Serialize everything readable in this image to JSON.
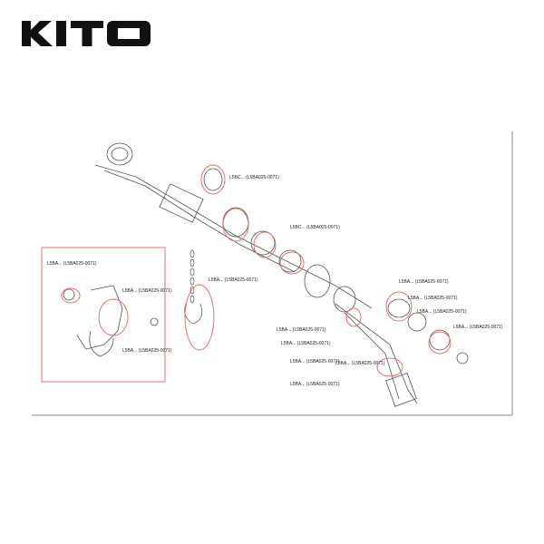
{
  "brand": {
    "name": "KITO",
    "color": "#111111"
  },
  "diagram": {
    "type": "exploded-view parts diagram",
    "line_color": "#555555",
    "highlight_color": "#e07070",
    "labels": [
      "L5BC... (L5BA025-0071)",
      "L5BC... (L5BA025-0071)",
      "L5BA... (L5BA025-0071)",
      "L5BA... (L5BA025-0071)",
      "L5BA... (L5BA025-0071)",
      "L5BA... (L5BA025-0071)",
      "L5BA... (L5BA025-0071)",
      "L5BA... (L5BA025-0071)",
      "L5BA... (L5BA025-0071)",
      "L5BA... (L5BA025-0071)",
      "L5BA... (L5BA025-0071)",
      "L5BA... (L5BA025-0071)",
      "L5BA... (L5BA025-0071)",
      "L5BA... (L5BA025-0071)",
      "L5BA... (L5BA025-0071)"
    ]
  }
}
